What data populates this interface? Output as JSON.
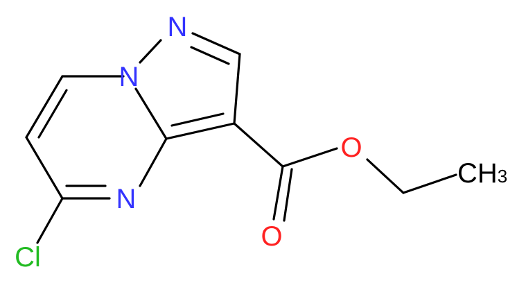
{
  "atoms": {
    "n_top": {
      "text": "N",
      "color": "#3333ff"
    },
    "n_bridge": {
      "text": "N",
      "color": "#3333ff"
    },
    "n_lower": {
      "text": "N",
      "color": "#3333ff"
    },
    "cl": {
      "text": "Cl",
      "color": "#22bb22"
    },
    "o_ester": {
      "text": "O",
      "color": "#ff2222"
    },
    "o_carbonyl": {
      "text": "O",
      "color": "#ff2222"
    },
    "ch3": {
      "text": "CH",
      "sub": "3",
      "color": "#000000"
    }
  }
}
